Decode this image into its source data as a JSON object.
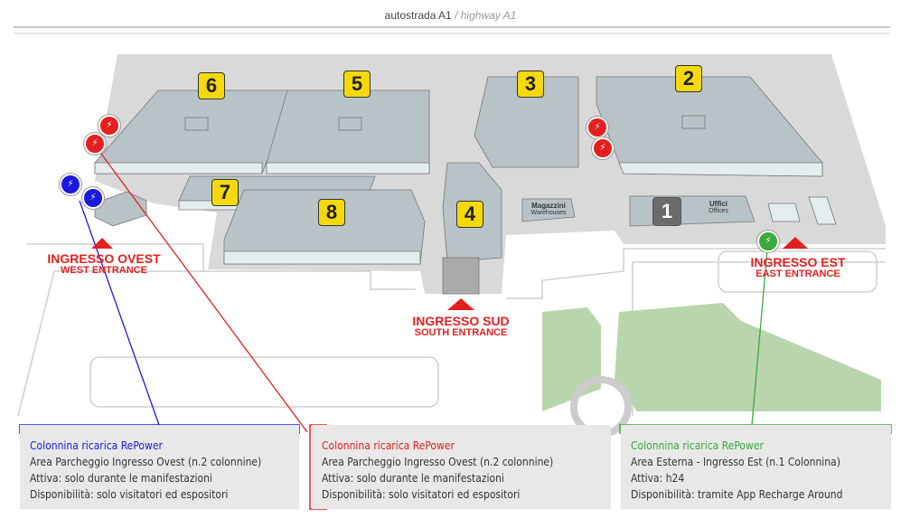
{
  "highway": {
    "label": "autostrada A1",
    "sublabel": "/ highway A1"
  },
  "halls": [
    "6",
    "5",
    "3",
    "2",
    "7",
    "8",
    "4",
    "1"
  ],
  "buildings": {
    "warehouses": {
      "it": "Magazzini",
      "en": "Warehouses"
    },
    "offices": {
      "it": "Uffici",
      "en": "Offices"
    }
  },
  "entrances": {
    "west": {
      "it": "INGRESSO OVEST",
      "en": "WEST ENTRANCE"
    },
    "south": {
      "it": "INGRESSO SUD",
      "en": "SOUTH ENTRANCE"
    },
    "east": {
      "it": "INGRESSO EST",
      "en": "EAST ENTRANCE"
    }
  },
  "chargers": [
    {
      "color": "#1a1adf",
      "title": "Colonnina ricarica RePower",
      "lines": [
        "Area Parcheggio Ingresso Ovest (n.2 colonnine)",
        "Attiva: solo durante le manifestazioni",
        "Disponibilità: solo visitatori ed espositori"
      ]
    },
    {
      "color": "#e41f1f",
      "title": "Colonnina ricarica RePower",
      "lines": [
        "Area Parcheggio Ingresso Ovest (n.2 colonnine)",
        "Attiva: solo durante le manifestazioni",
        "Disponibilità: solo visitatori ed espositori"
      ]
    },
    {
      "color": "#3aaa3a",
      "title": "Colonnina ricarica RePower",
      "lines": [
        "Area Esterna - Ingresso Est (n.1 Colonnina)",
        "Attiva: h24",
        "Disponibilità: tramite App Recharge Around"
      ]
    }
  ],
  "icons": {
    "charger": "car-charging-icon",
    "entrance": "triangle-up-icon"
  }
}
